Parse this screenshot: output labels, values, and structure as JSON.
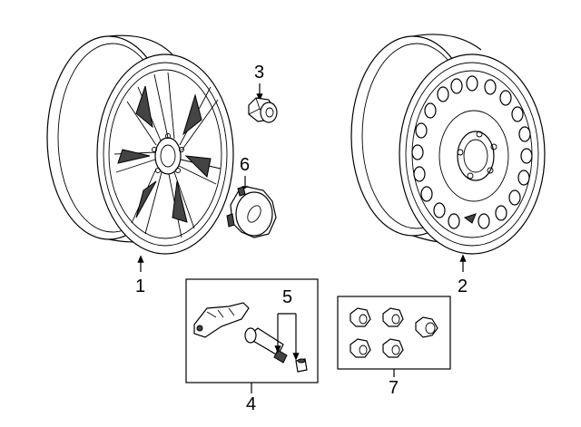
{
  "diagram": {
    "callouts": [
      {
        "id": "1",
        "label": "1"
      },
      {
        "id": "2",
        "label": "2"
      },
      {
        "id": "3",
        "label": "3"
      },
      {
        "id": "4",
        "label": "4"
      },
      {
        "id": "5",
        "label": "5"
      },
      {
        "id": "6",
        "label": "6"
      },
      {
        "id": "7",
        "label": "7"
      }
    ],
    "parts": [
      {
        "callout": "1",
        "icon": "alloy-wheel-icon"
      },
      {
        "callout": "2",
        "icon": "steel-wheel-icon"
      },
      {
        "callout": "3",
        "icon": "lug-nut-icon"
      },
      {
        "callout": "4",
        "icon": "tpms-sensor-kit-icon"
      },
      {
        "callout": "5",
        "icon": "valve-stem-icon"
      },
      {
        "callout": "6",
        "icon": "center-cap-icon"
      },
      {
        "callout": "7",
        "icon": "lug-nut-set-icon"
      }
    ]
  }
}
